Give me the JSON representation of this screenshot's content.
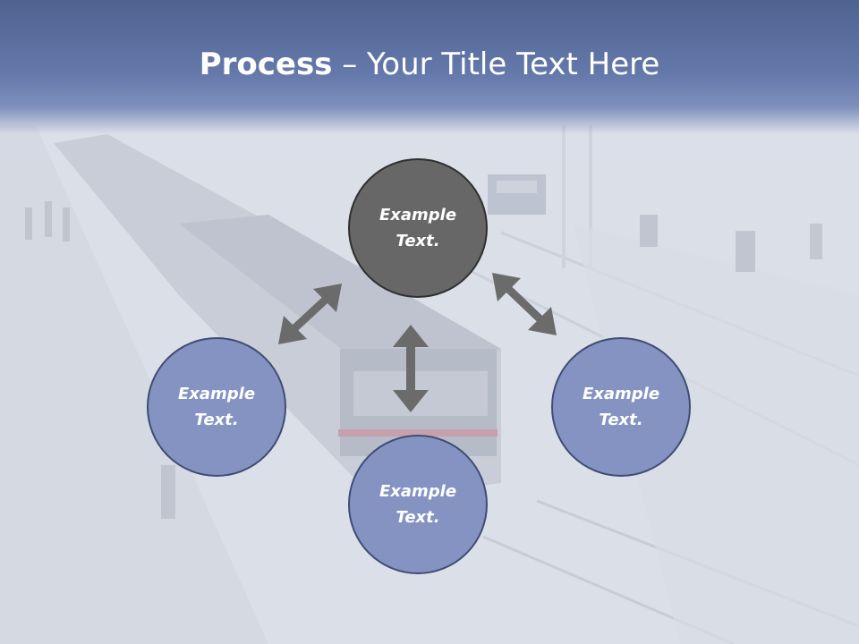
{
  "title": {
    "bold": "Process",
    "rest": " – Your Title Text Here"
  },
  "nodes": {
    "top": {
      "line1": "Example",
      "line2": "Text."
    },
    "left": {
      "line1": "Example",
      "line2": "Text."
    },
    "right": {
      "line1": "Example",
      "line2": "Text."
    },
    "bottom": {
      "line1": "Example",
      "line2": "Text."
    }
  },
  "colors": {
    "header": "#5a6ea0",
    "node_blue": "#8593c2",
    "node_dark": "#676767",
    "arrow": "#6b6b6b"
  }
}
